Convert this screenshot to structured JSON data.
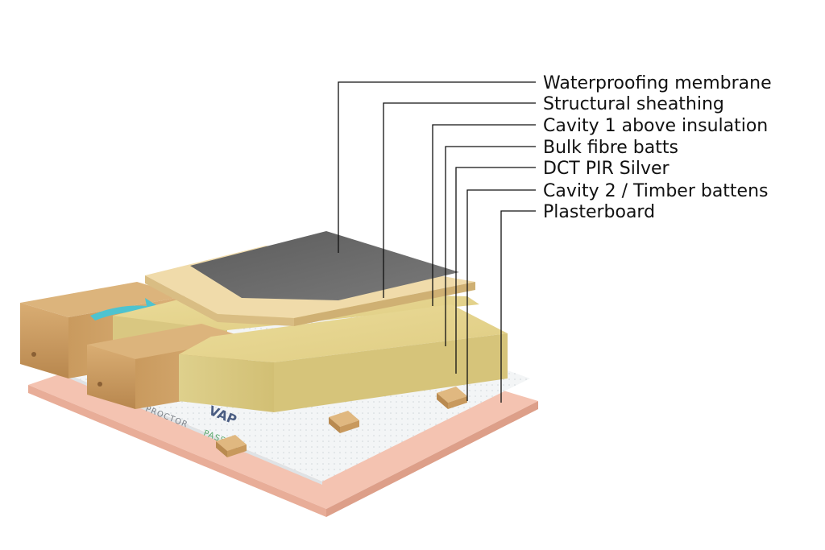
{
  "diagram": {
    "labels": [
      {
        "id": "waterproofing",
        "text": "Waterproofing membrane"
      },
      {
        "id": "sheathing",
        "text": "Structural sheathing"
      },
      {
        "id": "cavity1",
        "text": "Cavity 1 above insulation"
      },
      {
        "id": "batts",
        "text": "Bulk fibre batts"
      },
      {
        "id": "pir",
        "text": "DCT PIR Silver"
      },
      {
        "id": "cavity2",
        "text": "Cavity 2 / Timber battens"
      },
      {
        "id": "plasterboard",
        "text": "Plasterboard"
      }
    ],
    "membrane_print": {
      "brand": "PROCTOR",
      "product": "PASSIVE",
      "mark": "VAP"
    },
    "colors": {
      "plasterboard": "#f6c9b8",
      "timber": "#cfa46a",
      "insulation": "#e6d693",
      "sheathing": "#f0dca8",
      "waterproofing": "#6b6b6b",
      "arrow": "#4ec3cf"
    }
  }
}
